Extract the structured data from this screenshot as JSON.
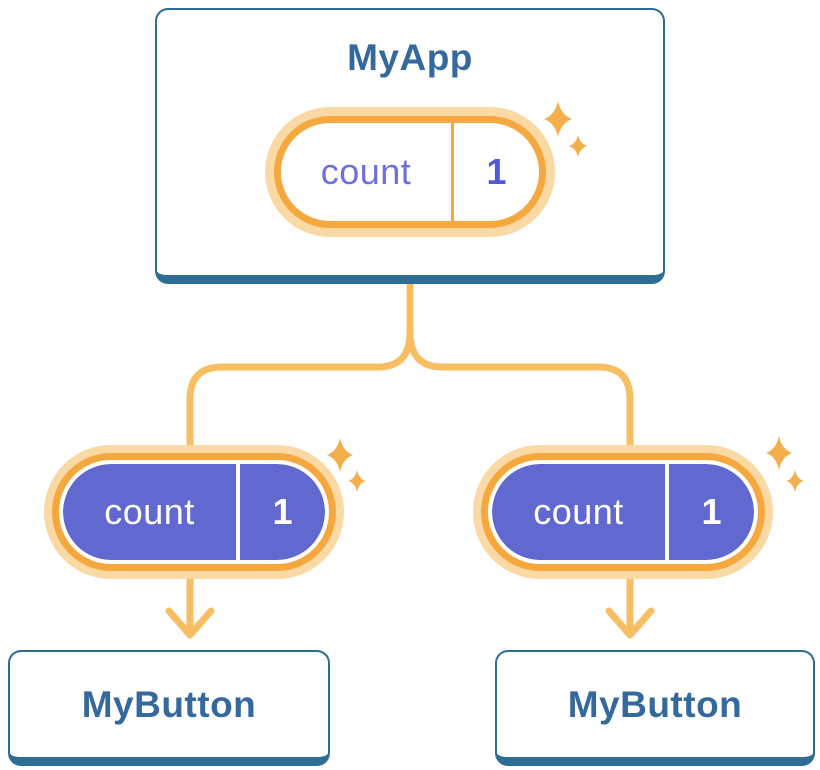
{
  "diagram": {
    "description": "Component tree: parent app shares count state with two buttons",
    "colors": {
      "card_border_blue": "#2E6D94",
      "card_text_blue": "#35699D",
      "pill_purple": "#6168D0",
      "pill_label_purple": "#6D6FE0",
      "pill_value_purple": "#5558D6",
      "orange_ring": "#F4A83E",
      "orange_glow": "#FAD9A4",
      "connector_orange": "#F8BE63",
      "sparkle_orange": "#F4AF4D",
      "white": "#FFFFFF"
    },
    "root": {
      "title": "MyApp",
      "state_pill": {
        "label": "count",
        "value": "1",
        "style": "light"
      }
    },
    "children": [
      {
        "title": "MyButton",
        "state_pill": {
          "label": "count",
          "value": "1",
          "style": "dark"
        }
      },
      {
        "title": "MyButton",
        "state_pill": {
          "label": "count",
          "value": "1",
          "style": "dark"
        }
      }
    ]
  }
}
